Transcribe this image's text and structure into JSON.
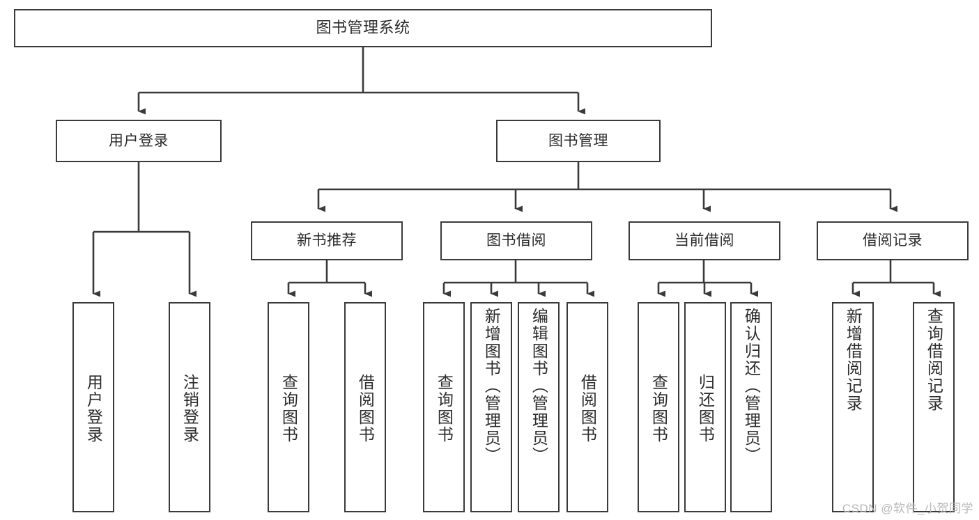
{
  "diagram": {
    "title": "图书管理系统",
    "type": "tree-hierarchy",
    "watermark": "CSDN @软件_小贺同学",
    "colors": {
      "box_border": "#3a3a3a",
      "box_fill": "#ffffff",
      "edge": "#3a3a3a",
      "text": "#2b2b2b",
      "watermark": "#b9b9b9",
      "background": "#ffffff"
    },
    "root": {
      "label": "图书管理系统"
    },
    "level2": [
      {
        "label": "用户登录"
      },
      {
        "label": "图书管理"
      }
    ],
    "level3": [
      {
        "label": "新书推荐"
      },
      {
        "label": "图书借阅"
      },
      {
        "label": "当前借阅"
      },
      {
        "label": "借阅记录"
      }
    ],
    "leaves": {
      "user_login": [
        {
          "label": "用户登录"
        },
        {
          "label": "注销登录"
        }
      ],
      "new_book_recommend": [
        {
          "label": "查询图书"
        },
        {
          "label": "借阅图书"
        }
      ],
      "book_borrow": [
        {
          "label": "查询图书"
        },
        {
          "label": "新增图书（管理员）"
        },
        {
          "label": "编辑图书（管理员）"
        },
        {
          "label": "借阅图书"
        }
      ],
      "current_borrow": [
        {
          "label": "查询图书"
        },
        {
          "label": "归还图书"
        },
        {
          "label": "确认归还（管理员）"
        }
      ],
      "borrow_record": [
        {
          "label": "新增借阅记录"
        },
        {
          "label": "查询借阅记录"
        }
      ]
    }
  }
}
